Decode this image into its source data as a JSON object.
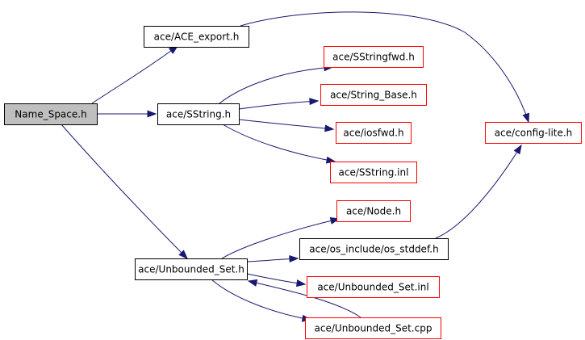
{
  "colors": {
    "edge": "#191970",
    "root_fill": "#bfbfbf",
    "root_border": "#000000",
    "documented_border": "#000000",
    "undocumented_border": "#ff0000",
    "node_fill": "#ffffff"
  },
  "nodes": [
    {
      "id": "name_space_h",
      "label": "Name_Space.h",
      "kind": "root"
    },
    {
      "id": "ace_export_h",
      "label": "ace/ACE_export.h",
      "kind": "documented"
    },
    {
      "id": "sstring_h",
      "label": "ace/SString.h",
      "kind": "documented"
    },
    {
      "id": "sstringfwd_h",
      "label": "ace/SStringfwd.h",
      "kind": "undocumented"
    },
    {
      "id": "string_base_h",
      "label": "ace/String_Base.h",
      "kind": "undocumented"
    },
    {
      "id": "iosfwd_h",
      "label": "ace/iosfwd.h",
      "kind": "undocumented"
    },
    {
      "id": "sstring_inl",
      "label": "ace/SString.inl",
      "kind": "undocumented"
    },
    {
      "id": "config_lite_h",
      "label": "ace/config-lite.h",
      "kind": "undocumented"
    },
    {
      "id": "node_h",
      "label": "ace/Node.h",
      "kind": "undocumented"
    },
    {
      "id": "os_stddef_h",
      "label": "ace/os_include/os_stddef.h",
      "kind": "documented"
    },
    {
      "id": "unbounded_set_h",
      "label": "ace/Unbounded_Set.h",
      "kind": "documented"
    },
    {
      "id": "unbounded_set_inl",
      "label": "ace/Unbounded_Set.inl",
      "kind": "undocumented"
    },
    {
      "id": "unbounded_set_cpp",
      "label": "ace/Unbounded_Set.cpp",
      "kind": "undocumented"
    }
  ],
  "edges": [
    {
      "from": "name_space_h",
      "to": "ace_export_h"
    },
    {
      "from": "name_space_h",
      "to": "sstring_h"
    },
    {
      "from": "name_space_h",
      "to": "unbounded_set_h"
    },
    {
      "from": "ace_export_h",
      "to": "config_lite_h"
    },
    {
      "from": "sstring_h",
      "to": "sstringfwd_h"
    },
    {
      "from": "sstring_h",
      "to": "string_base_h"
    },
    {
      "from": "sstring_h",
      "to": "iosfwd_h"
    },
    {
      "from": "sstring_h",
      "to": "sstring_inl"
    },
    {
      "from": "unbounded_set_h",
      "to": "node_h"
    },
    {
      "from": "unbounded_set_h",
      "to": "os_stddef_h"
    },
    {
      "from": "unbounded_set_h",
      "to": "unbounded_set_inl"
    },
    {
      "from": "unbounded_set_h",
      "to": "unbounded_set_cpp"
    },
    {
      "from": "unbounded_set_cpp",
      "to": "unbounded_set_h"
    },
    {
      "from": "os_stddef_h",
      "to": "config_lite_h"
    }
  ]
}
